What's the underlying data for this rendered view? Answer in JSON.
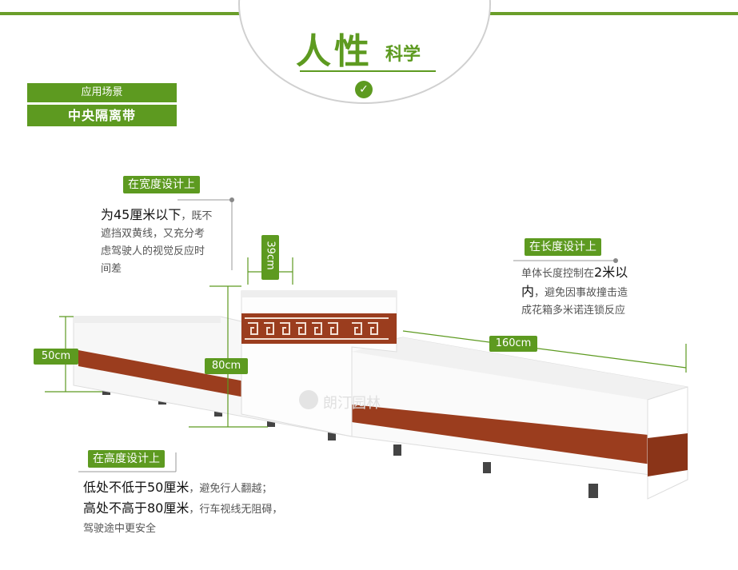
{
  "header": {
    "title_big": "人性",
    "title_small": "科学"
  },
  "scene": {
    "label": "应用场景",
    "value": "中央隔离带"
  },
  "width_design": {
    "tag": "在宽度设计上",
    "line1_em": "为45厘米以下",
    "line1_rest": "，既不",
    "line2": "遮挡双黄线，又充分考",
    "line3": "虑驾驶人的视觉反应时",
    "line4": "间差"
  },
  "length_design": {
    "tag": "在长度设计上",
    "line1_a": "单体长度控制在",
    "line1_em": "2米以",
    "line2_em": "内",
    "line2_rest": "，避免因事故撞击造",
    "line3": "成花箱多米诺连锁反应"
  },
  "height_design": {
    "tag": "在高度设计上",
    "line1_em": "低处不低于50厘米",
    "line1_rest": "，避免行人翻越；",
    "line2_em": "高处不高于80厘米",
    "line2_rest": "，行车视线无阻碍，",
    "line3": "驾驶途中更安全"
  },
  "dimensions": {
    "width": "39cm",
    "low_height": "50cm",
    "high_height": "80cm",
    "length": "160cm"
  },
  "watermark": "朗汀园林",
  "colors": {
    "accent": "#5d9a20",
    "wood": "#9b3d1e",
    "planter": "#ffffff"
  },
  "icons": {
    "check": "check-circle-icon"
  }
}
